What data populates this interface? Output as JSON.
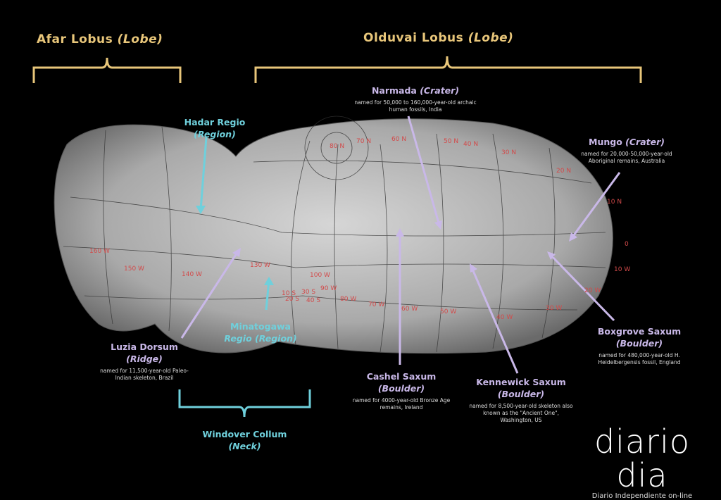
{
  "lobes": {
    "afar": {
      "name": "Afar Lobus",
      "type": "(Lobe)"
    },
    "olduvai": {
      "name": "Olduvai Lobus",
      "type": "(Lobe)"
    }
  },
  "features": {
    "narmada": {
      "name": "Narmada",
      "type": "(Crater)",
      "desc": "named for 50,000 to 160,000-year-old archaic human fossils, India"
    },
    "mungo": {
      "name": "Mungo",
      "type": "(Crater)",
      "desc": "named for 20,000-50,000-year-old Aboriginal remains, Australia"
    },
    "hadar": {
      "name": "Hadar Regio",
      "type": "(Region)"
    },
    "minatogawa": {
      "name": "Minatogawa",
      "type": "Regio (Region)"
    },
    "luzia": {
      "name": "Luzia Dorsum",
      "type": "(Ridge)",
      "desc": "named for 11,500-year-old Paleo-Indian skeleton, Brazil"
    },
    "cashel": {
      "name": "Cashel Saxum",
      "type": "(Boulder)",
      "desc": "named for 4000-year-old Bronze Age remains, Ireland"
    },
    "kennewick": {
      "name": "Kennewick Saxum",
      "type": "(Boulder)",
      "desc": "named for 8,500-year-old skeleton also known as the \"Ancient One\", Washington, US"
    },
    "boxgrove": {
      "name": "Boxgrove Saxum",
      "type": "(Boulder)",
      "desc": "named for 480,000-year-old H. Heidelbergensis fossil, England"
    },
    "windover": {
      "name": "Windover Collum",
      "type": "(Neck)"
    }
  },
  "grid_labels": [
    "160 W",
    "150 W",
    "140 W",
    "130 W",
    "100 W",
    "90 W",
    "80 W",
    "70 W",
    "60 W",
    "50 W",
    "40 W",
    "30 W",
    "20 W",
    "10 W",
    "0",
    "10 N",
    "20 N",
    "30 N",
    "40 N",
    "50 N",
    "60 N",
    "70 N",
    "80 N",
    "10 S",
    "20 S",
    "30 S",
    "40 S"
  ],
  "colors": {
    "lobe": "#e8c67a",
    "feature": "#c9b8e8",
    "region": "#6fd0dc",
    "grid_label": "#d24a4a"
  },
  "logo": {
    "name": "diario dia",
    "tagline": "Diario Independiente on-line"
  }
}
